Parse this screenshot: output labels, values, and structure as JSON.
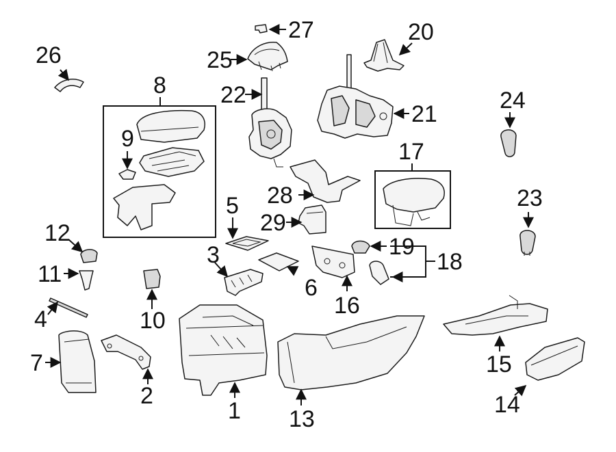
{
  "diagram": {
    "callouts": {
      "c1": "1",
      "c2": "2",
      "c3": "3",
      "c4": "4",
      "c5": "5",
      "c6": "6",
      "c7": "7",
      "c8": "8",
      "c9": "9",
      "c10": "10",
      "c11": "11",
      "c12": "12",
      "c13": "13",
      "c14": "14",
      "c15": "15",
      "c16": "16",
      "c17": "17",
      "c18": "18",
      "c19": "19",
      "c20": "20",
      "c21": "21",
      "c22": "22",
      "c23": "23",
      "c24": "24",
      "c25": "25",
      "c26": "26",
      "c27": "27",
      "c28": "28",
      "c29": "29"
    },
    "colors": {
      "ink": "#111111",
      "part_fill": "#f4f4f4",
      "background": "#ffffff"
    }
  }
}
